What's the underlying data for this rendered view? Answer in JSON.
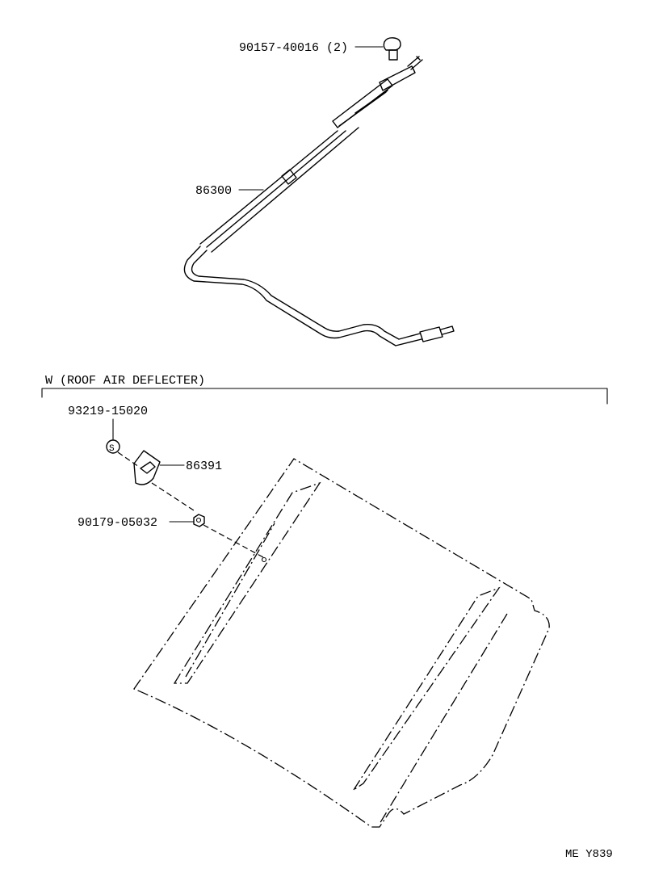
{
  "parts": {
    "bolt": "90157-40016 (2)",
    "antenna": "86300",
    "screw": "93219-15020",
    "bracket": "86391",
    "nut": "90179-05032"
  },
  "section": {
    "title": "W  (ROOF AIR DEFLECTER)"
  },
  "screw_symbol": "S",
  "footer": {
    "code": "ME  Y839"
  }
}
